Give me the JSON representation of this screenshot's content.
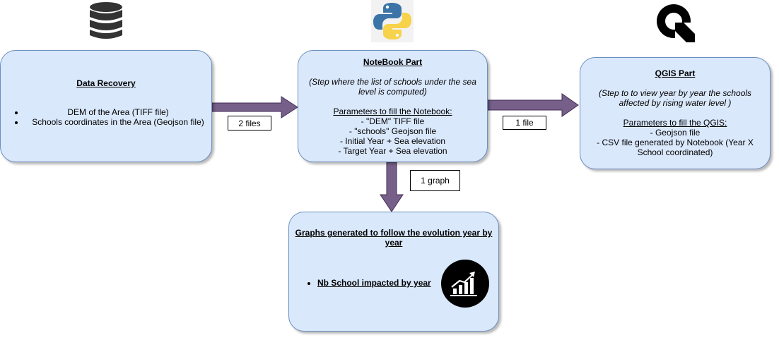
{
  "data_recovery": {
    "title": "Data Recovery",
    "items": [
      "DEM of the Area (TIFF file)",
      "Schools coordinates in the Area (Geojson file)"
    ]
  },
  "notebook": {
    "title": "NoteBook Part",
    "description": "(Step where the list of schools under the sea level is computed)",
    "params_heading": "Parameters to fill the Notebook:",
    "params": [
      "- \"DEM\" TIFF file",
      "- \"schools\" Geojson file",
      "- Initial Year + Sea elevation",
      "- Target Year + Sea elevation"
    ]
  },
  "qgis": {
    "title": "QGIS Part",
    "description": "(Step to to view year by year the schools affected by rising water level )",
    "params_heading": "Parameters to fill the QGIS:",
    "params": [
      "- Geojson file",
      "- CSV file generated by Notebook  (Year X School coordinated)"
    ]
  },
  "graphs": {
    "title": "Graphs generated to follow the evolution year by year",
    "items": [
      "Nb School impacted by year"
    ]
  },
  "labels": {
    "two_files": "2 files",
    "one_file": "1 file",
    "one_graph": "1 graph"
  },
  "icons": {
    "database": "database-icon",
    "python": "python-logo-icon",
    "qgis": "qgis-logo-icon",
    "chart": "growth-chart-icon"
  },
  "colors": {
    "box_fill": "#dae8fc",
    "box_stroke": "#6c8ebf",
    "arrow": "#76608a"
  }
}
